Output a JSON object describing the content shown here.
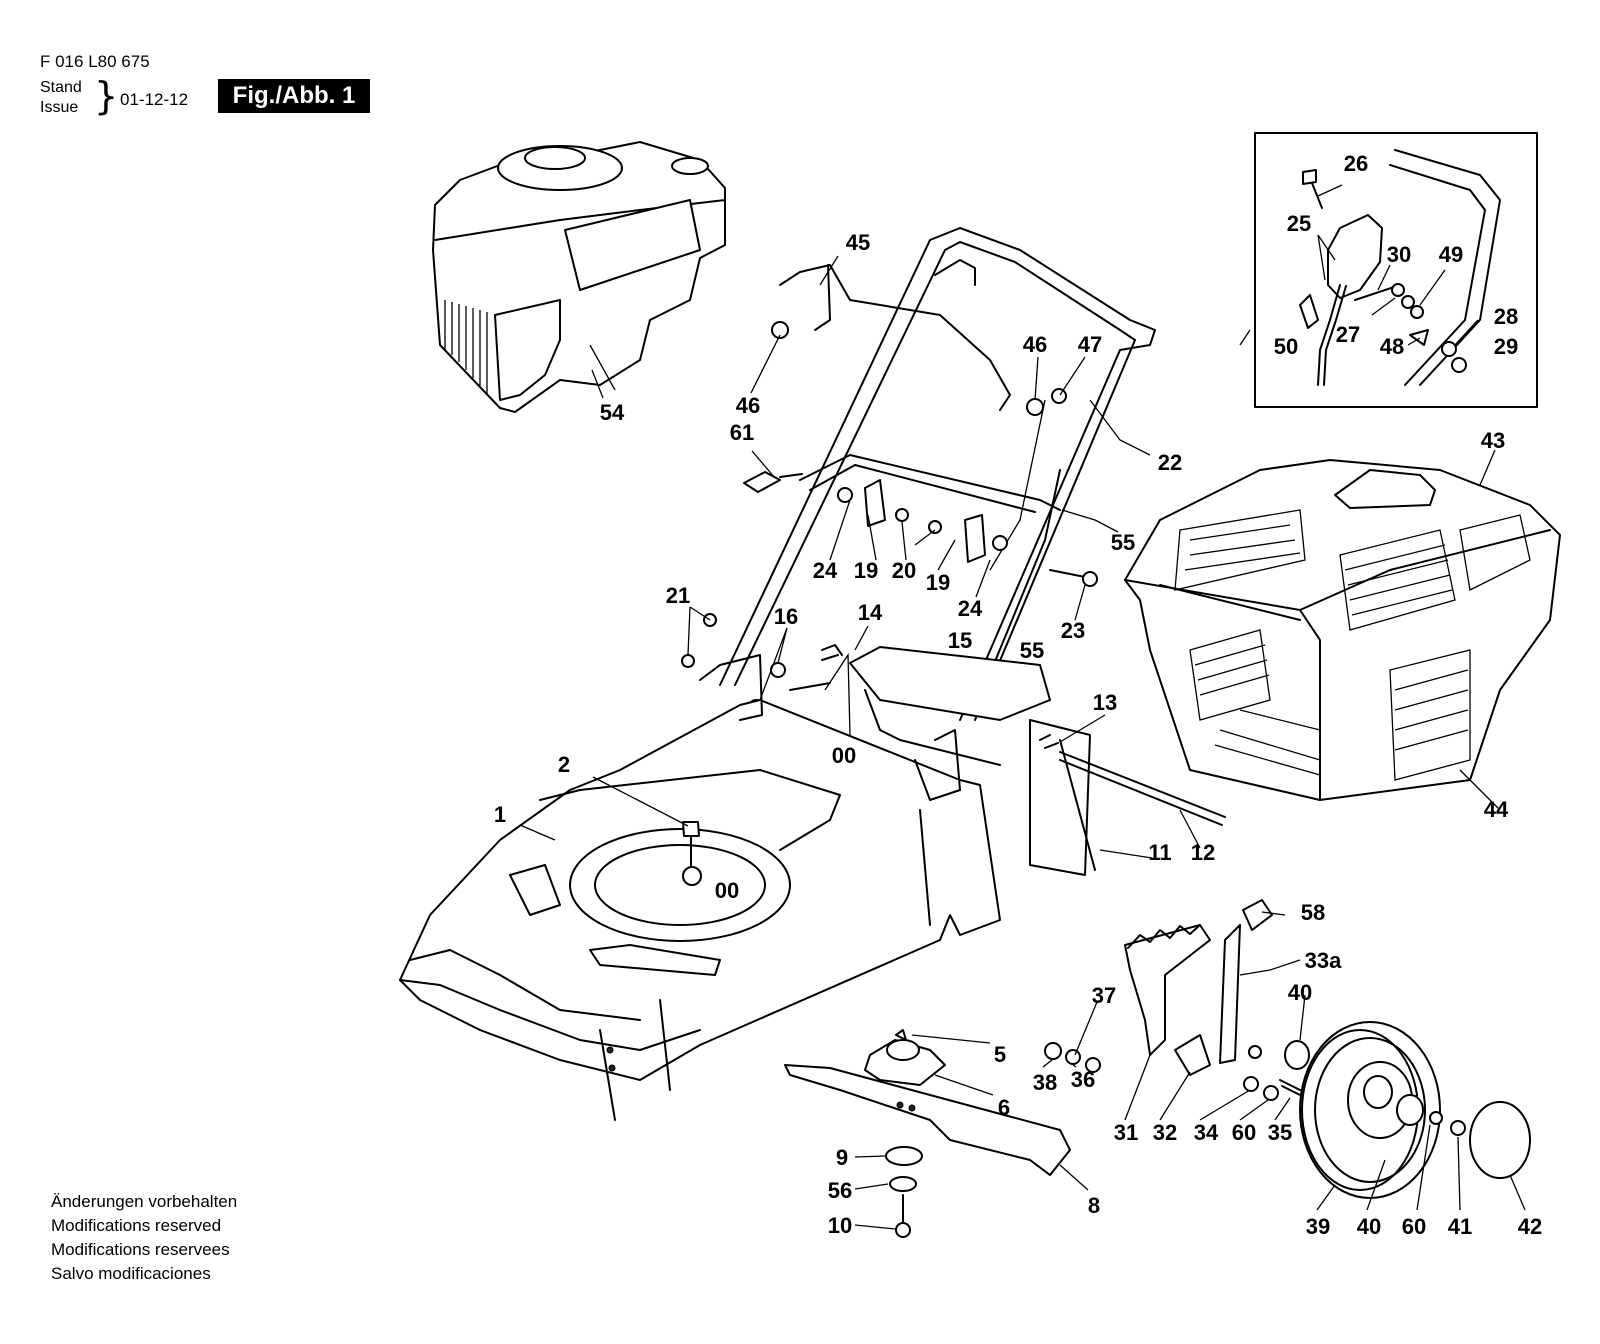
{
  "header": {
    "part_number": "F 016 L80 675",
    "stand_label": "Stand",
    "issue_label": "Issue",
    "brace": "}",
    "issue_date": "01-12-12",
    "figure_label": "Fig./Abb. 1"
  },
  "footer_notes": [
    "Änderungen vorbehalten",
    "Modifications reserved",
    "Modifications reservees",
    "Salvo modificaciones"
  ],
  "part_labels": {
    "engine": "54",
    "lever_bar": "45",
    "nut_46_left": "46",
    "nut_46_right": "46",
    "cable_clip": "47",
    "bolt_61": "61",
    "handle": "22",
    "cable": "55",
    "cable_lower": "55",
    "screw_24_left": "24",
    "clamp_19_left": "19",
    "nut_20": "20",
    "clamp_19_right": "19",
    "screw_24_right": "24",
    "bolt_23": "23",
    "nut_21": "21",
    "washer_16": "16",
    "spring_14": "14",
    "flap_15": "15",
    "spring_13": "13",
    "axle_12": "12",
    "rear_flap_11": "11",
    "bolt_00_handle": "00",
    "screw_2": "2",
    "deck_1": "1",
    "nut_00_center": "00",
    "grass_box_43": "43",
    "grass_box_44": "44",
    "inset_bolt_26": "26",
    "inset_lever_25": "25",
    "inset_30": "30",
    "inset_49": "49",
    "inset_28": "28",
    "inset_29": "29",
    "inset_50": "50",
    "inset_27": "27",
    "inset_48": "48",
    "key_5": "5",
    "hub_6": "6",
    "blade_8": "8",
    "washer_9": "9",
    "washer_56": "56",
    "bolt_10": "10",
    "grip_58": "58",
    "lever_33a": "33a",
    "nut_37": "37",
    "nut_38": "38",
    "washer_36": "36",
    "plate_31": "31",
    "bracket_32": "32",
    "washer_34": "34",
    "washer_60_left": "60",
    "spring_35": "35",
    "bearing_40_top": "40",
    "wheel_39": "39",
    "bearing_40_bottom": "40",
    "washer_60_right": "60",
    "nut_41": "41",
    "cap_42": "42"
  }
}
